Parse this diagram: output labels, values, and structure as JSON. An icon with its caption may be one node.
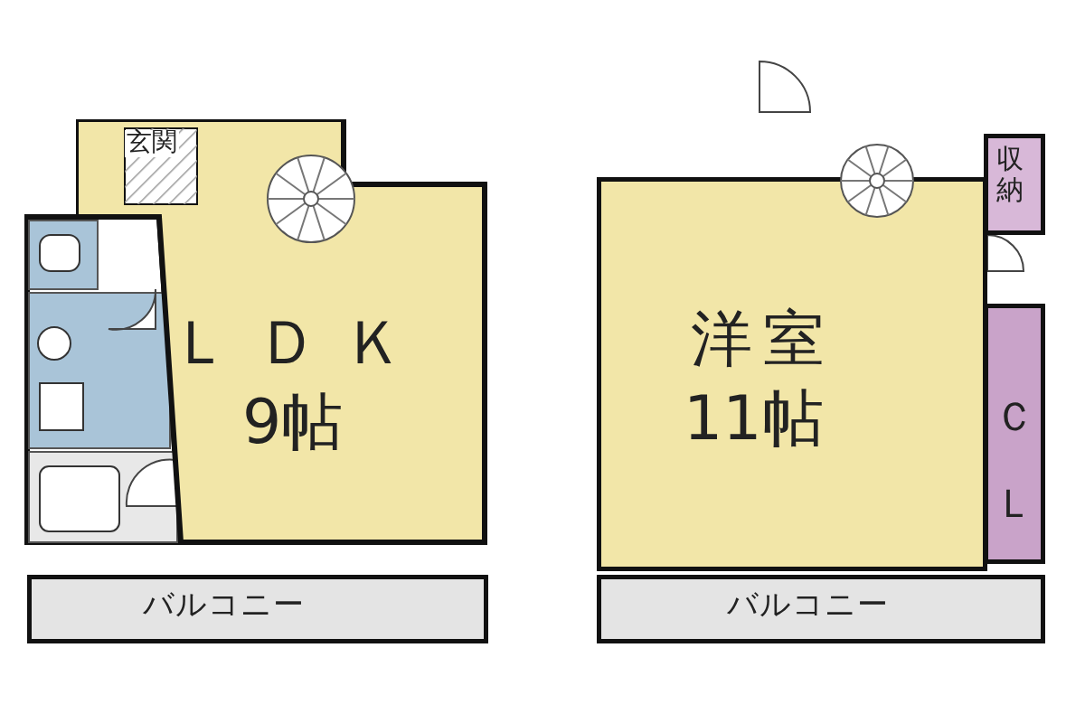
{
  "diagram": {
    "nodes": [
      {
        "text": [
          "ＬＤＫ",
          "9帖"
        ]
      },
      {
        "text": [
          "玄関"
        ],
        "in": 0
      },
      {
        "text": [
          "洋室",
          "11帖"
        ]
      },
      {
        "text": [
          "収納"
        ]
      },
      {
        "text": [
          "ＣＬ"
        ]
      },
      {
        "text": [
          "バルコニー"
        ]
      },
      {
        "text": [
          "バルコニー"
        ]
      }
    ]
  }
}
